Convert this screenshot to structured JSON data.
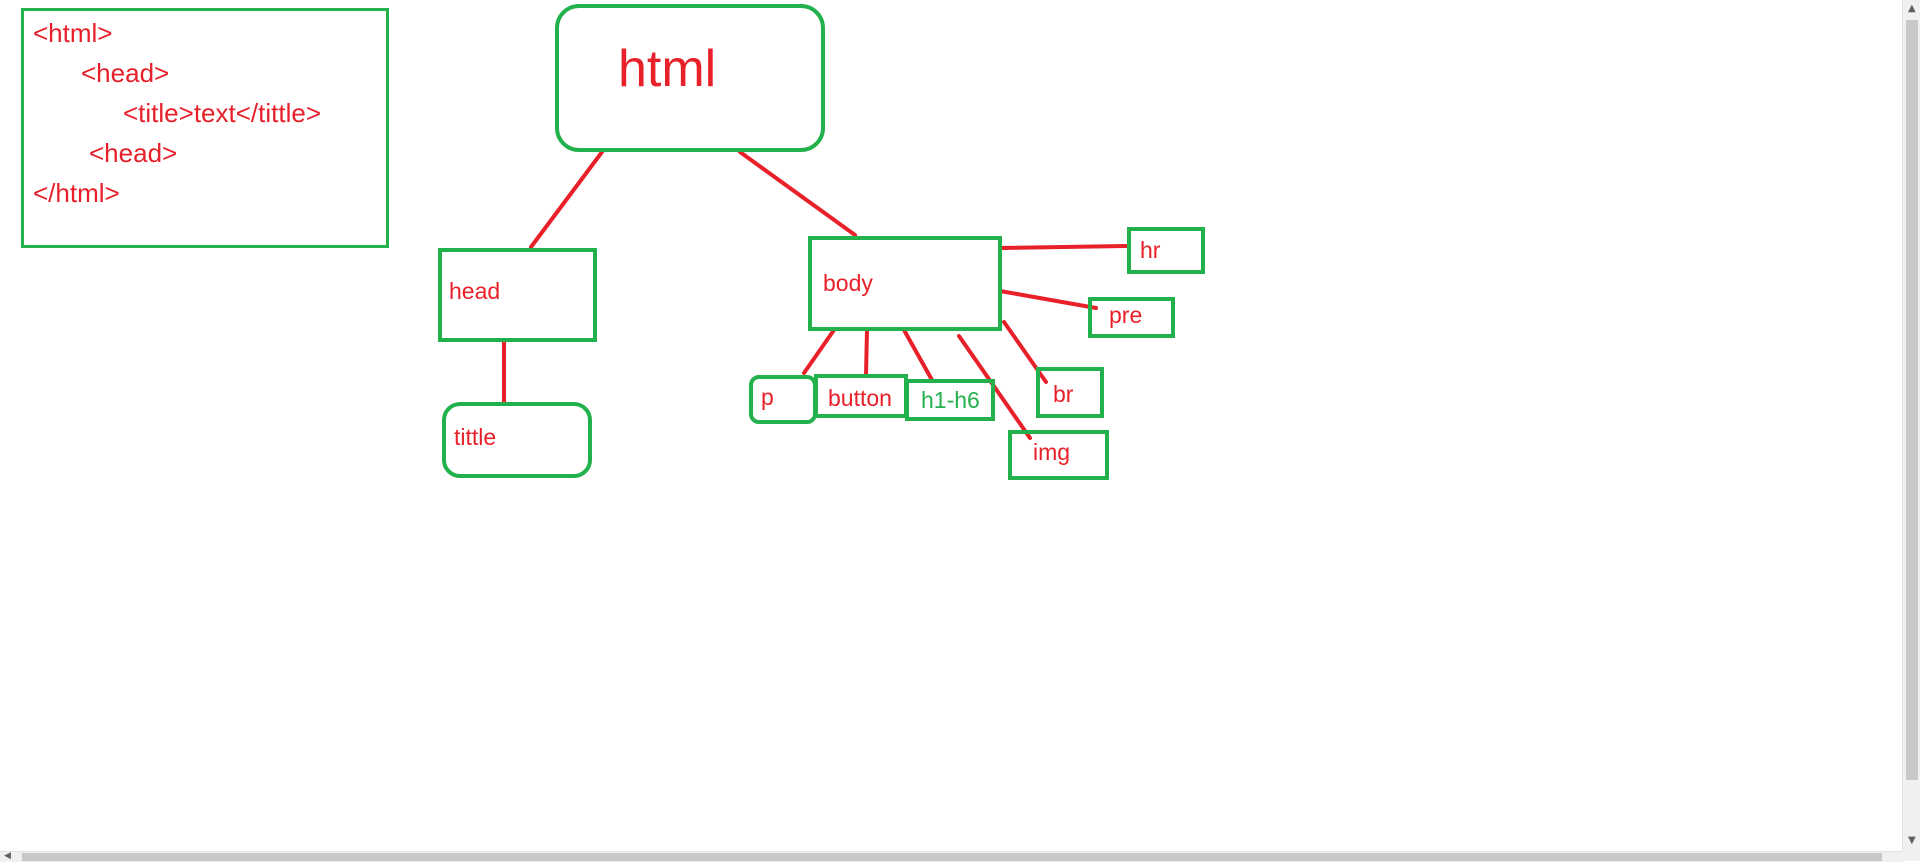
{
  "code_snippet": {
    "lines": [
      "<html>",
      "<head>",
      "<title>text</tittle>",
      "<head>",
      "</html>"
    ]
  },
  "nodes": {
    "html": "html",
    "head": "head",
    "tittle": "tittle",
    "body": "body",
    "p": "p",
    "button": "button",
    "h1_h6": "h1-h6",
    "img": "img",
    "br": "br",
    "pre": "pre",
    "hr": "hr"
  },
  "colors": {
    "box_stroke": "#22b14c",
    "connector": "#e8202a",
    "text_red": "#e8202a",
    "text_green": "#22b14c"
  }
}
